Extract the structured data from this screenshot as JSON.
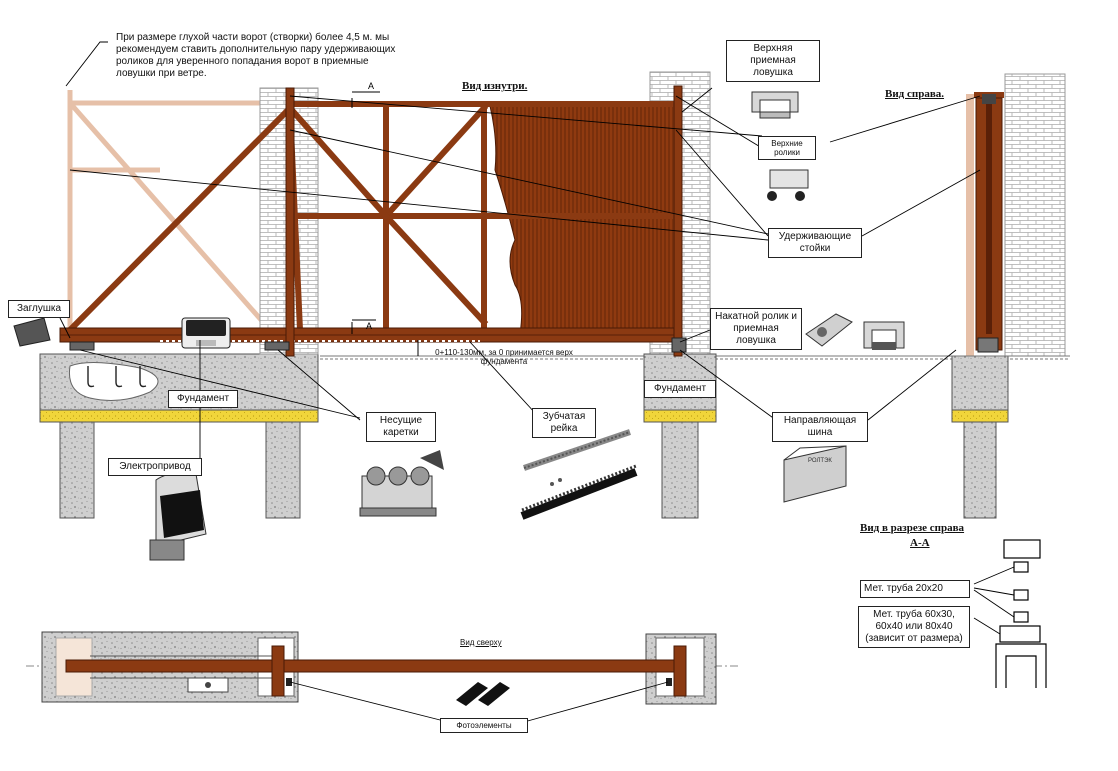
{
  "notes": {
    "top_note": "При размере глухой части ворот (створки) более 4,5 м. мы рекомендуем ставить дополнительную пару удерживающих роликов для уверенного попадания ворот в приемные ловушки при ветре.",
    "clearance": "0+110-130мм, за 0 принимается верх фундамента"
  },
  "titles": {
    "inside_view": "Вид изнутри.",
    "right_view": "Вид справа.",
    "section_view": "Вид в разрезе справа",
    "section_mark": "А-А",
    "top_view": "Вид сверху"
  },
  "section_marks": {
    "top": "А",
    "bottom": "А"
  },
  "labels": {
    "upper_catcher": "Верхняя приемная ловушка",
    "upper_rollers": "Верхние ролики",
    "holding_posts": "Удерживающие стойки",
    "plug": "Заглушка",
    "foundation_left": "Фундамент",
    "foundation_mid": "Фундамент",
    "roll_roller": "Накатной ролик и приемная ловушка",
    "carriages": "Несущие каретки",
    "gear_rack": "Зубчатая рейка",
    "guide_rail": "Направляющая шина",
    "drive": "Электропривод",
    "pipe_small": "Мет. труба 20х20",
    "pipe_large": "Мет. труба 60х30, 60х40 или 80х40 (зависит от размера)",
    "photocells": "Фотоэлементы",
    "rail_brand": "РОЛТЭК"
  },
  "colors": {
    "frame": "#8b3a12",
    "frame_dark": "#5a2008",
    "frame_ghost": "#e6c0a8",
    "brick_line": "#b5b5b5",
    "concrete": "#c8c8c8",
    "sand": "#f2d73a",
    "leader": "#000000"
  }
}
